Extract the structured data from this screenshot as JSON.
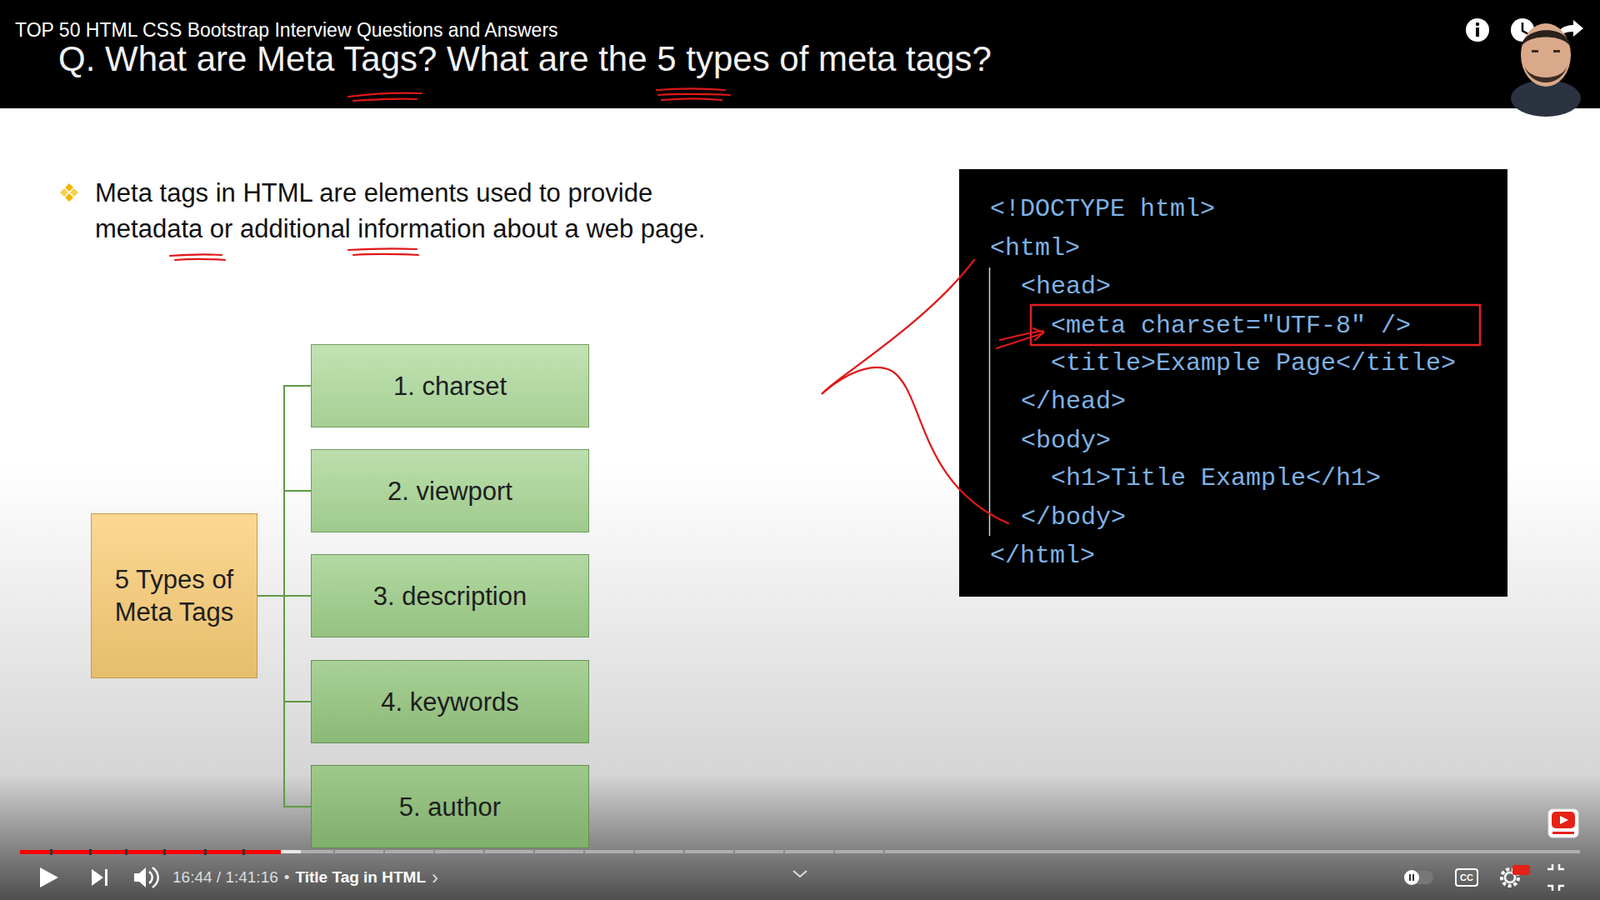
{
  "diagram": {
    "title": "Q. What are Meta Tags? What are the 5 types of meta tags?",
    "nodes": [
      {
        "text": [
          "5 Types of Meta Tags"
        ]
      },
      {
        "text": [
          "1. charset"
        ]
      },
      {
        "text": [
          "2. viewport"
        ]
      },
      {
        "text": [
          "3. description"
        ]
      },
      {
        "text": [
          "4. keywords"
        ]
      },
      {
        "text": [
          "5. author"
        ]
      }
    ],
    "edges": [
      {
        "from": 0,
        "to": 1,
        "arrow": "none"
      },
      {
        "from": 0,
        "to": 2,
        "arrow": "none"
      },
      {
        "from": 0,
        "to": 3,
        "arrow": "none"
      },
      {
        "from": 0,
        "to": 4,
        "arrow": "none"
      },
      {
        "from": 0,
        "to": 5,
        "arrow": "none"
      }
    ],
    "labels": [
      "TOP 50 HTML CSS Bootstrap Interview Questions and Answers",
      "Meta tags in HTML are elements used to provide metadata or additional information about a web page.",
      "<!DOCTYPE html>",
      "<html>",
      "<head>",
      "<meta charset=\"UTF-8\" />",
      "<title>Example Page</title>",
      "</head>",
      "<body>",
      "<h1>Title Example</h1>",
      "</body>",
      "</html>",
      "16:44 / 1:41:16",
      "•",
      "Title Tag in HTML",
      "›",
      "CC",
      "HD"
    ]
  }
}
